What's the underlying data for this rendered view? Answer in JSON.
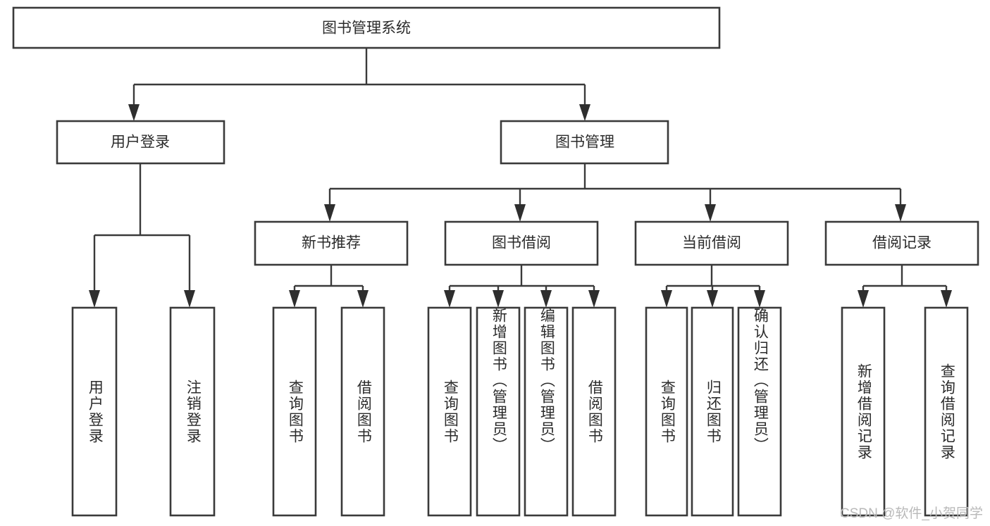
{
  "diagram": {
    "title": "图书管理系统",
    "root": {
      "label": "图书管理系统"
    },
    "level2": [
      {
        "label": "用户登录"
      },
      {
        "label": "图书管理"
      }
    ],
    "level3": [
      {
        "label": "新书推荐"
      },
      {
        "label": "图书借阅"
      },
      {
        "label": "当前借阅"
      },
      {
        "label": "借阅记录"
      }
    ],
    "leaves": {
      "user_login": [
        {
          "label": "用户登录"
        },
        {
          "label": "注销登录"
        }
      ],
      "new_book_recommend": [
        {
          "label": "查询图书"
        },
        {
          "label": "借阅图书"
        }
      ],
      "book_borrow": [
        {
          "label": "查询图书"
        },
        {
          "label": "新增图书（管理员）"
        },
        {
          "label": "编辑图书（管理员）"
        },
        {
          "label": "借阅图书"
        }
      ],
      "current_borrow": [
        {
          "label": "查询图书"
        },
        {
          "label": "归还图书"
        },
        {
          "label": "确认归还（管理员）"
        }
      ],
      "borrow_record": [
        {
          "label": "新增借阅记录"
        },
        {
          "label": "查询借阅记录"
        }
      ]
    }
  },
  "watermark": {
    "text": "CSDN @软件_小贺同学"
  },
  "colors": {
    "box_stroke": "#3a3a3a",
    "connector": "#3a3a3a",
    "text": "#2b2b2b",
    "background": "#ffffff",
    "watermark": "#b9b9b9"
  },
  "chart_data": {
    "type": "table",
    "title": "图书管理系统 功能结构图",
    "nodes": [
      {
        "id": "root",
        "label": "图书管理系统",
        "level": 1,
        "parent": null
      },
      {
        "id": "n1",
        "label": "用户登录",
        "level": 2,
        "parent": "root"
      },
      {
        "id": "n2",
        "label": "图书管理",
        "level": 2,
        "parent": "root"
      },
      {
        "id": "n1a",
        "label": "用户登录",
        "level": 3,
        "parent": "n1"
      },
      {
        "id": "n1b",
        "label": "注销登录",
        "level": 3,
        "parent": "n1"
      },
      {
        "id": "n2a",
        "label": "新书推荐",
        "level": 3,
        "parent": "n2"
      },
      {
        "id": "n2b",
        "label": "图书借阅",
        "level": 3,
        "parent": "n2"
      },
      {
        "id": "n2c",
        "label": "当前借阅",
        "level": 3,
        "parent": "n2"
      },
      {
        "id": "n2d",
        "label": "借阅记录",
        "level": 3,
        "parent": "n2"
      },
      {
        "id": "n2a1",
        "label": "查询图书",
        "level": 4,
        "parent": "n2a"
      },
      {
        "id": "n2a2",
        "label": "借阅图书",
        "level": 4,
        "parent": "n2a"
      },
      {
        "id": "n2b1",
        "label": "查询图书",
        "level": 4,
        "parent": "n2b"
      },
      {
        "id": "n2b2",
        "label": "新增图书（管理员）",
        "level": 4,
        "parent": "n2b"
      },
      {
        "id": "n2b3",
        "label": "编辑图书（管理员）",
        "level": 4,
        "parent": "n2b"
      },
      {
        "id": "n2b4",
        "label": "借阅图书",
        "level": 4,
        "parent": "n2b"
      },
      {
        "id": "n2c1",
        "label": "查询图书",
        "level": 4,
        "parent": "n2c"
      },
      {
        "id": "n2c2",
        "label": "归还图书",
        "level": 4,
        "parent": "n2c"
      },
      {
        "id": "n2c3",
        "label": "确认归还（管理员）",
        "level": 4,
        "parent": "n2c"
      },
      {
        "id": "n2d1",
        "label": "新增借阅记录",
        "level": 4,
        "parent": "n2d"
      },
      {
        "id": "n2d2",
        "label": "查询借阅记录",
        "level": 4,
        "parent": "n2d"
      }
    ]
  }
}
